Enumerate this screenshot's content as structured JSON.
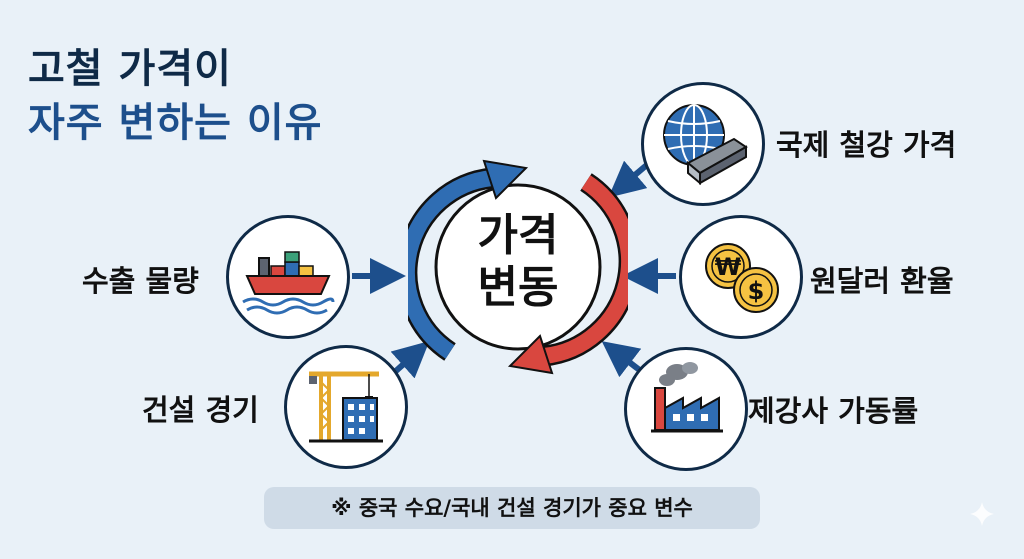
{
  "title": {
    "line1": "고철 가격이",
    "line2": "자주 변하는 이유"
  },
  "center": {
    "line1": "가격",
    "line2": "변동"
  },
  "factors": {
    "international_steel_price": {
      "label": "국제 철강 가격",
      "icon": "globe-steel-beam-icon"
    },
    "exchange_rate": {
      "label": "원달러 환율",
      "icon": "won-dollar-coins-icon"
    },
    "mill_utilization": {
      "label": "제강사 가동률",
      "icon": "factory-icon"
    },
    "export_volume": {
      "label": "수출 물량",
      "icon": "cargo-ship-icon"
    },
    "construction_economy": {
      "label": "건설 경기",
      "icon": "construction-crane-icon"
    }
  },
  "note": "※ 중국 수요/국내 건설 경기가 중요 변수",
  "colors": {
    "title_dark": "#0f2a47",
    "title_blue": "#1d4f8c",
    "cycle_blue": "#2f6db3",
    "cycle_red": "#d9473f",
    "arrow": "#1d4f8c",
    "background": "#e9f1f8"
  }
}
